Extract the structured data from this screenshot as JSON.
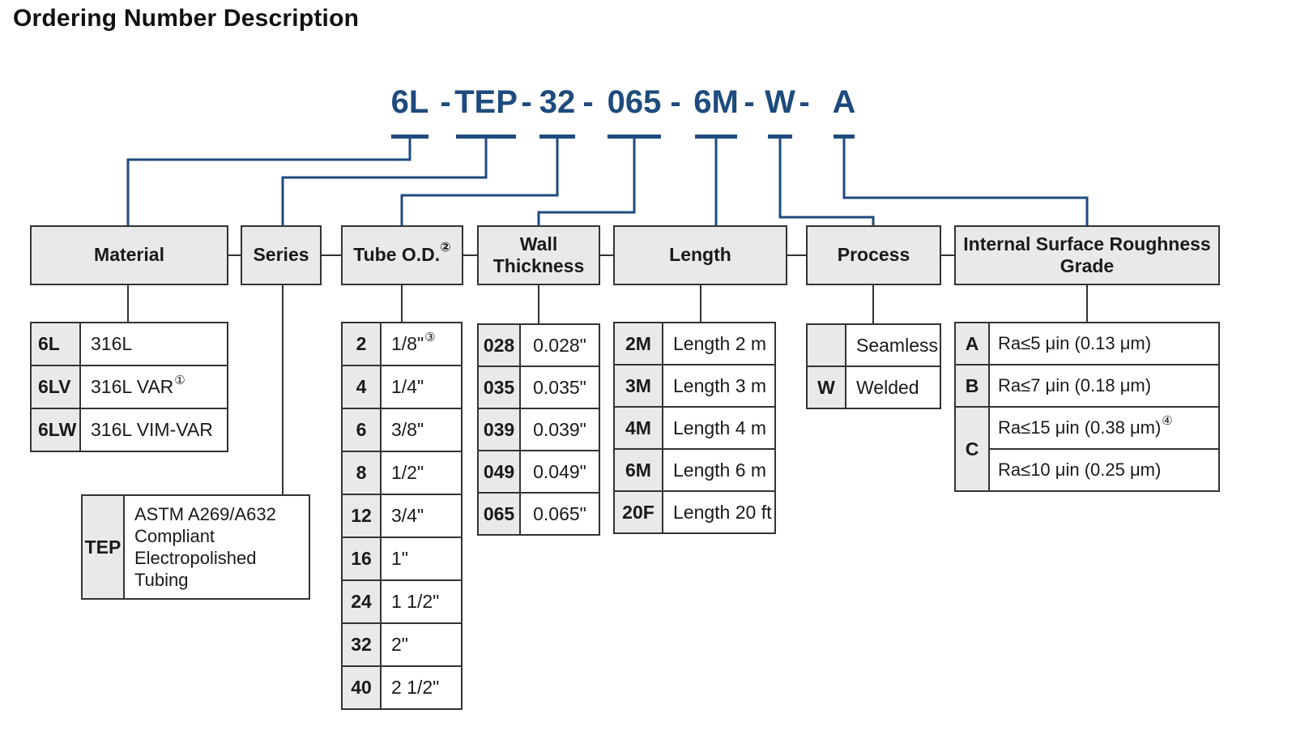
{
  "page": {
    "title": "Ordering Number Description"
  },
  "ordering_number": {
    "full": "6L - TEP - 32 - 065 - 6M - W - A",
    "segments": [
      "6L",
      "TEP",
      "32",
      "065",
      "6M",
      "W",
      "A"
    ],
    "separator": "-"
  },
  "colors": {
    "connector_blue": "#1e4b7d",
    "box_fill": "#e9e9e9",
    "border": "#333333"
  },
  "columns": {
    "material": {
      "header": "Material",
      "rows": [
        {
          "code": "6L",
          "value": "316L"
        },
        {
          "code": "6LV",
          "value": "316L VAR",
          "note": "①"
        },
        {
          "code": "6LW",
          "value": "316L VIM-VAR"
        }
      ]
    },
    "series": {
      "header": "Series",
      "rows": [
        {
          "code": "TEP",
          "value": "ASTM A269/A632 Compliant Electropolished Tubing"
        }
      ]
    },
    "tube_od": {
      "header": "Tube O.D.",
      "header_note": "②",
      "rows": [
        {
          "code": "2",
          "value": "1/8\"",
          "note": "③"
        },
        {
          "code": "4",
          "value": "1/4\""
        },
        {
          "code": "6",
          "value": "3/8\""
        },
        {
          "code": "8",
          "value": "1/2\""
        },
        {
          "code": "12",
          "value": "3/4\""
        },
        {
          "code": "16",
          "value": "1\""
        },
        {
          "code": "24",
          "value": "1 1/2\""
        },
        {
          "code": "32",
          "value": "2\""
        },
        {
          "code": "40",
          "value": "2 1/2\""
        }
      ]
    },
    "wall_thickness": {
      "header": "Wall Thickness",
      "rows": [
        {
          "code": "028",
          "value": "0.028\""
        },
        {
          "code": "035",
          "value": "0.035\""
        },
        {
          "code": "039",
          "value": "0.039\""
        },
        {
          "code": "049",
          "value": "0.049\""
        },
        {
          "code": "065",
          "value": "0.065\""
        }
      ]
    },
    "length": {
      "header": "Length",
      "rows": [
        {
          "code": "2M",
          "value": "Length 2 m"
        },
        {
          "code": "3M",
          "value": "Length 3 m"
        },
        {
          "code": "4M",
          "value": "Length 4 m"
        },
        {
          "code": "6M",
          "value": "Length 6 m"
        },
        {
          "code": "20F",
          "value": "Length 20 ft"
        }
      ]
    },
    "process": {
      "header": "Process",
      "rows": [
        {
          "code": "",
          "value": "Seamless"
        },
        {
          "code": "W",
          "value": "Welded"
        }
      ]
    },
    "roughness": {
      "header": "Internal Surface Roughness Grade",
      "rows": [
        {
          "code": "A",
          "value": "Ra≤5 μin (0.13 μm)"
        },
        {
          "code": "B",
          "value": "Ra≤7 μin (0.18 μm)"
        },
        {
          "code": "C",
          "value": "Ra≤15 μin (0.38 μm)",
          "note": "④",
          "value2": "Ra≤10 μin (0.25 μm)"
        }
      ]
    }
  }
}
